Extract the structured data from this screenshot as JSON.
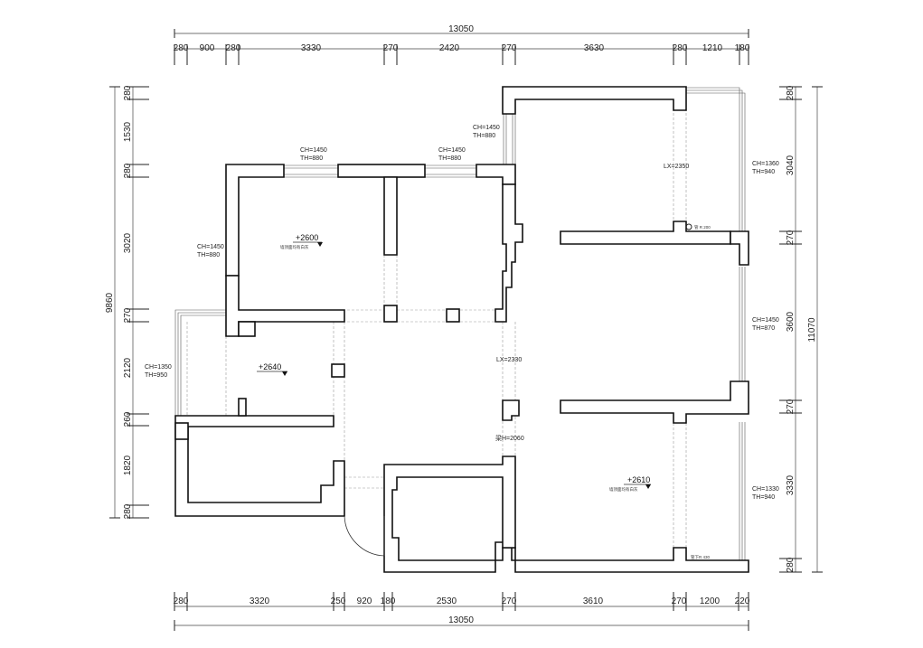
{
  "dimensions": {
    "top_total": "13050",
    "top_segments": [
      "280",
      "900",
      "280",
      "3330",
      "270",
      "2420",
      "270",
      "3630",
      "280",
      "1210",
      "180"
    ],
    "bottom_total": "13050",
    "bottom_segments": [
      "280",
      "3320",
      "250",
      "920",
      "180",
      "2530",
      "270",
      "3610",
      "270",
      "1200",
      "220"
    ],
    "left_total": "9860",
    "left_segments": [
      "280",
      "1530",
      "280",
      "3020",
      "270",
      "2120",
      "260",
      "1820",
      "280"
    ],
    "right_total": "11070",
    "right_segments": [
      "280",
      "3040",
      "270",
      "3600",
      "270",
      "3330",
      "280"
    ]
  },
  "window_notes": {
    "w_left_top_ch": "CH=1450",
    "w_left_top_th": "TH=880",
    "w_mid_ch": "CH=1450",
    "w_mid_th": "TH=880",
    "w_upper_ch": "CH=1450",
    "w_upper_th": "TH=880",
    "w_west_ch": "CH=1450",
    "w_west_th": "TH=880",
    "w_balcony_ch": "CH=1350",
    "w_balcony_th": "TH=950",
    "w_east_top_ch": "CH=1360",
    "w_east_top_th": "TH=940",
    "w_east_mid_ch": "CH=1450",
    "w_east_mid_th": "TH=870",
    "w_east_bot_ch": "CH=1330",
    "w_east_bot_th": "TH=940"
  },
  "beam_notes": {
    "lx_top": "LX=2350",
    "lx_mid": "LX=2330",
    "beam_low": "梁H=2060"
  },
  "elevations": {
    "room_a": "+2600",
    "room_a_note": "墙顶面均有白灰",
    "room_b": "+2640",
    "room_c": "+2610",
    "room_c_note": "墙顶面均有白灰"
  },
  "pipe_notes": {
    "pipe_top": "管 R 200",
    "pipe_bottom": "管下R 430"
  }
}
